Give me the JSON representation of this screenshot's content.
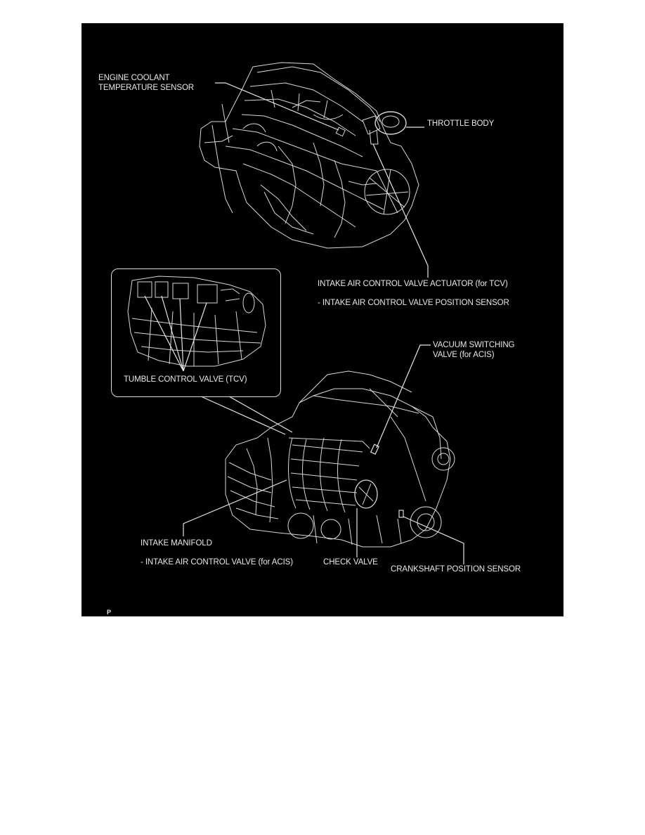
{
  "page": {
    "background": "#ffffff",
    "panel_background": "#000000",
    "line_color": "#e0e0e0"
  },
  "diagram": {
    "upper_view": {
      "labels": {
        "engine_coolant_temp_sensor": [
          "ENGINE COOLANT",
          "TEMPERATURE SENSOR"
        ],
        "throttle_body": "THROTTLE BODY",
        "intake_air_control_valve_actuator": "INTAKE AIR CONTROL VALVE ACTUATOR (for TCV)",
        "intake_air_control_valve_position_sensor": "- INTAKE AIR CONTROL VALVE POSITION SENSOR"
      }
    },
    "inset": {
      "label": "TUMBLE CONTROL VALVE (TCV)"
    },
    "lower_view": {
      "labels": {
        "vacuum_switching_valve": [
          "VACUUM SWITCHING",
          "VALVE (for ACIS)"
        ],
        "intake_manifold": "INTAKE MANIFOLD",
        "intake_air_control_valve": "- INTAKE AIR CONTROL VALVE (for ACIS)",
        "check_valve": "CHECK VALVE",
        "crankshaft_position_sensor": "CRANKSHAFT POSITION SENSOR"
      }
    },
    "figure_code": "P"
  }
}
